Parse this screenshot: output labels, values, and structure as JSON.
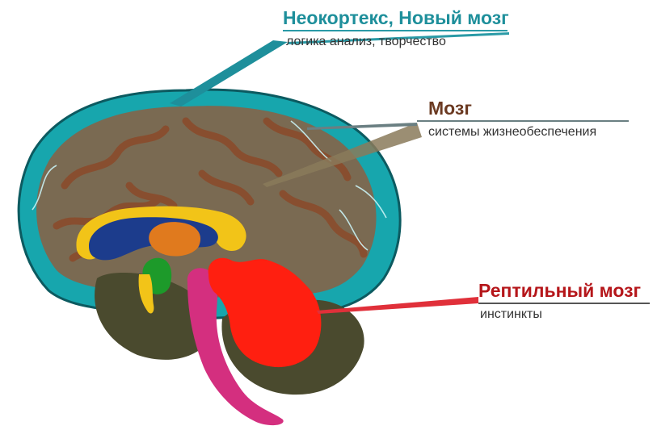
{
  "callouts": {
    "neocortex": {
      "title": "Неокортекс, Новый мозг",
      "subtitle": "логика анализ, творчество",
      "color": "#1e8f9b"
    },
    "limbic": {
      "title": "Мозг",
      "subtitle": "системы жизнеобеспечения",
      "color": "#6b3a22"
    },
    "reptilian": {
      "title": "Рептильный мозг",
      "subtitle": "инстинкты",
      "color": "#b5161a"
    }
  },
  "colors": {
    "neocortex_outer": "#17a6ad",
    "cortex_inner": "#7a6a52",
    "cortex_folds": "#8b4a2a",
    "corpus_callosum": "#f2c418",
    "ventricle": "#1c3c8c",
    "thalamus": "#e07a1e",
    "hippocampus_green": "#1d9a2a",
    "brainstem": "#d42f7f",
    "cerebellum_red": "#ff1f10",
    "cerebellum_base": "#4a4a2e"
  }
}
